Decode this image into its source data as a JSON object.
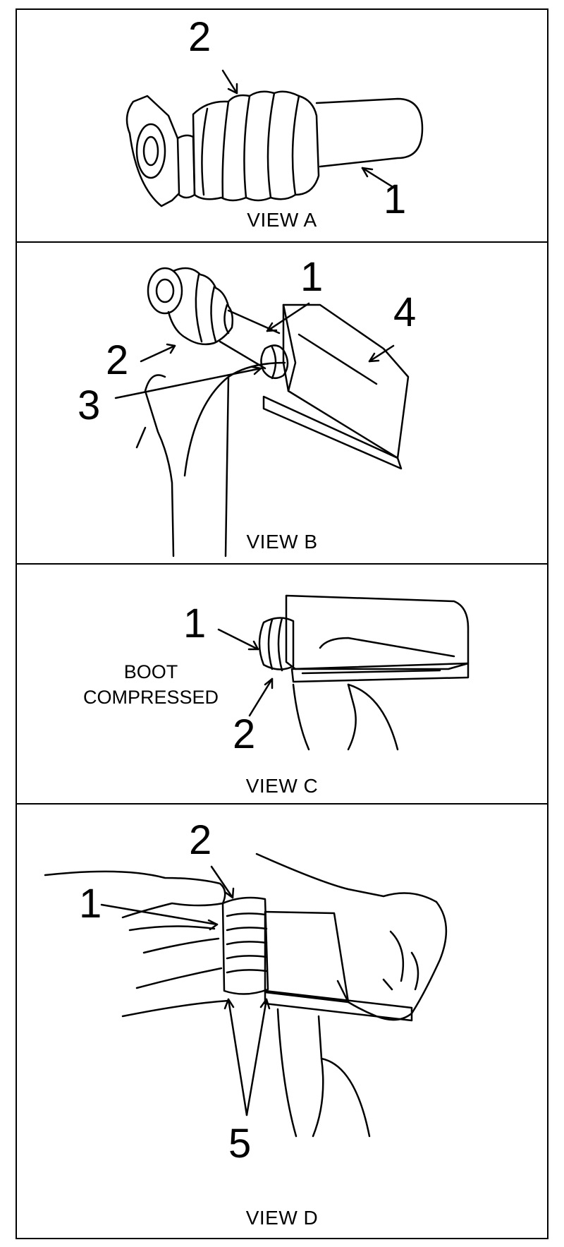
{
  "figure": {
    "panels": [
      {
        "view_label": "VIEW A",
        "callouts": [
          "2",
          "1"
        ]
      },
      {
        "view_label": "VIEW B",
        "callouts": [
          "1",
          "4",
          "2",
          "3"
        ]
      },
      {
        "view_label": "VIEW C",
        "callouts": [
          "1",
          "2"
        ],
        "note_line1": "BOOT",
        "note_line2": "COMPRESSED"
      },
      {
        "view_label": "VIEW D",
        "callouts": [
          "2",
          "1",
          "5"
        ]
      }
    ]
  }
}
